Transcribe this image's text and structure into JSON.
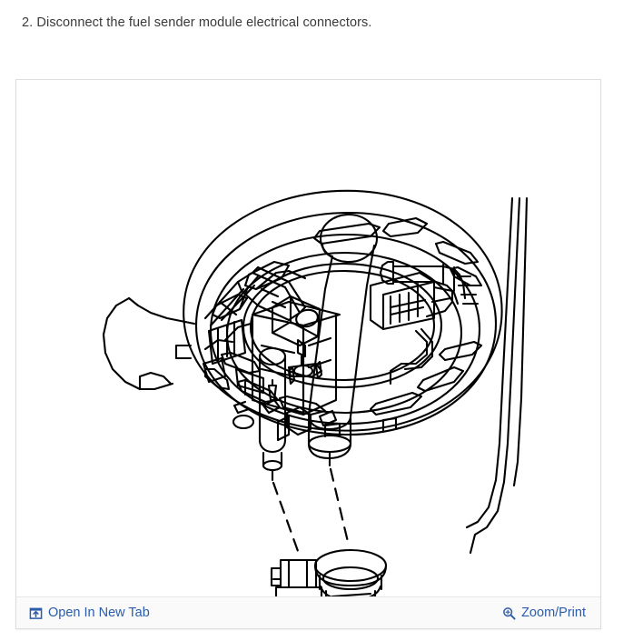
{
  "page": {
    "background_color": "#ffffff",
    "text_color": "#3a3a3a",
    "link_color": "#2a5caa"
  },
  "step": {
    "number": "2.",
    "full_text": "2. Disconnect the fuel sender module electrical connectors."
  },
  "figure": {
    "alt_title": "Fuel sender module with two electrical connectors detached",
    "line_color": "#000000",
    "fill_color": "#ffffff",
    "toolbar": {
      "background_color": "#fafafa",
      "open_new_tab": {
        "label": "Open In New Tab",
        "icon": "open-in-new-tab-icon"
      },
      "zoom_print": {
        "label": "Zoom/Print",
        "icon": "magnifier-plus-icon"
      }
    }
  }
}
